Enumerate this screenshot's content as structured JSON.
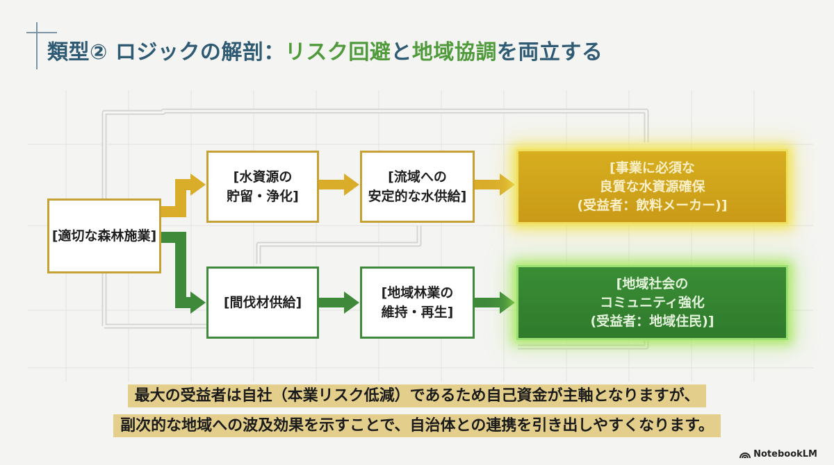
{
  "title": {
    "part1": "類型② ロジックの解剖：",
    "part2": "リスク回避",
    "part3": "と",
    "part4": "地域協調",
    "part5": "を両立する"
  },
  "diagram": {
    "source": "[適切な森林施業]",
    "upper": {
      "step1": "[水資源の\n貯留・浄化]",
      "step2": "[流域への\n安定的な水供給]",
      "outcome": "[事業に必須な\n良質な水資源確保\n(受益者：飲料メーカー)]"
    },
    "lower": {
      "step1": "[間伐材供給]",
      "step2": "[地域林業の\n維持・再生]",
      "outcome": "[地域社会の\nコミュニティ強化\n(受益者：地域住民)]"
    },
    "colors": {
      "gold": "#d9ad2a",
      "green": "#3f8a3a"
    }
  },
  "banner": {
    "line1": "最大の受益者は自社（本業リスク低減）であるため自己資金が主軸となりますが、",
    "line2": "副次的な地域への波及効果を示すことで、自治体との連携を引き出しやすくなります。"
  },
  "brand": {
    "label": "NotebookLM",
    "icon": "notebooklm-logo-icon"
  }
}
